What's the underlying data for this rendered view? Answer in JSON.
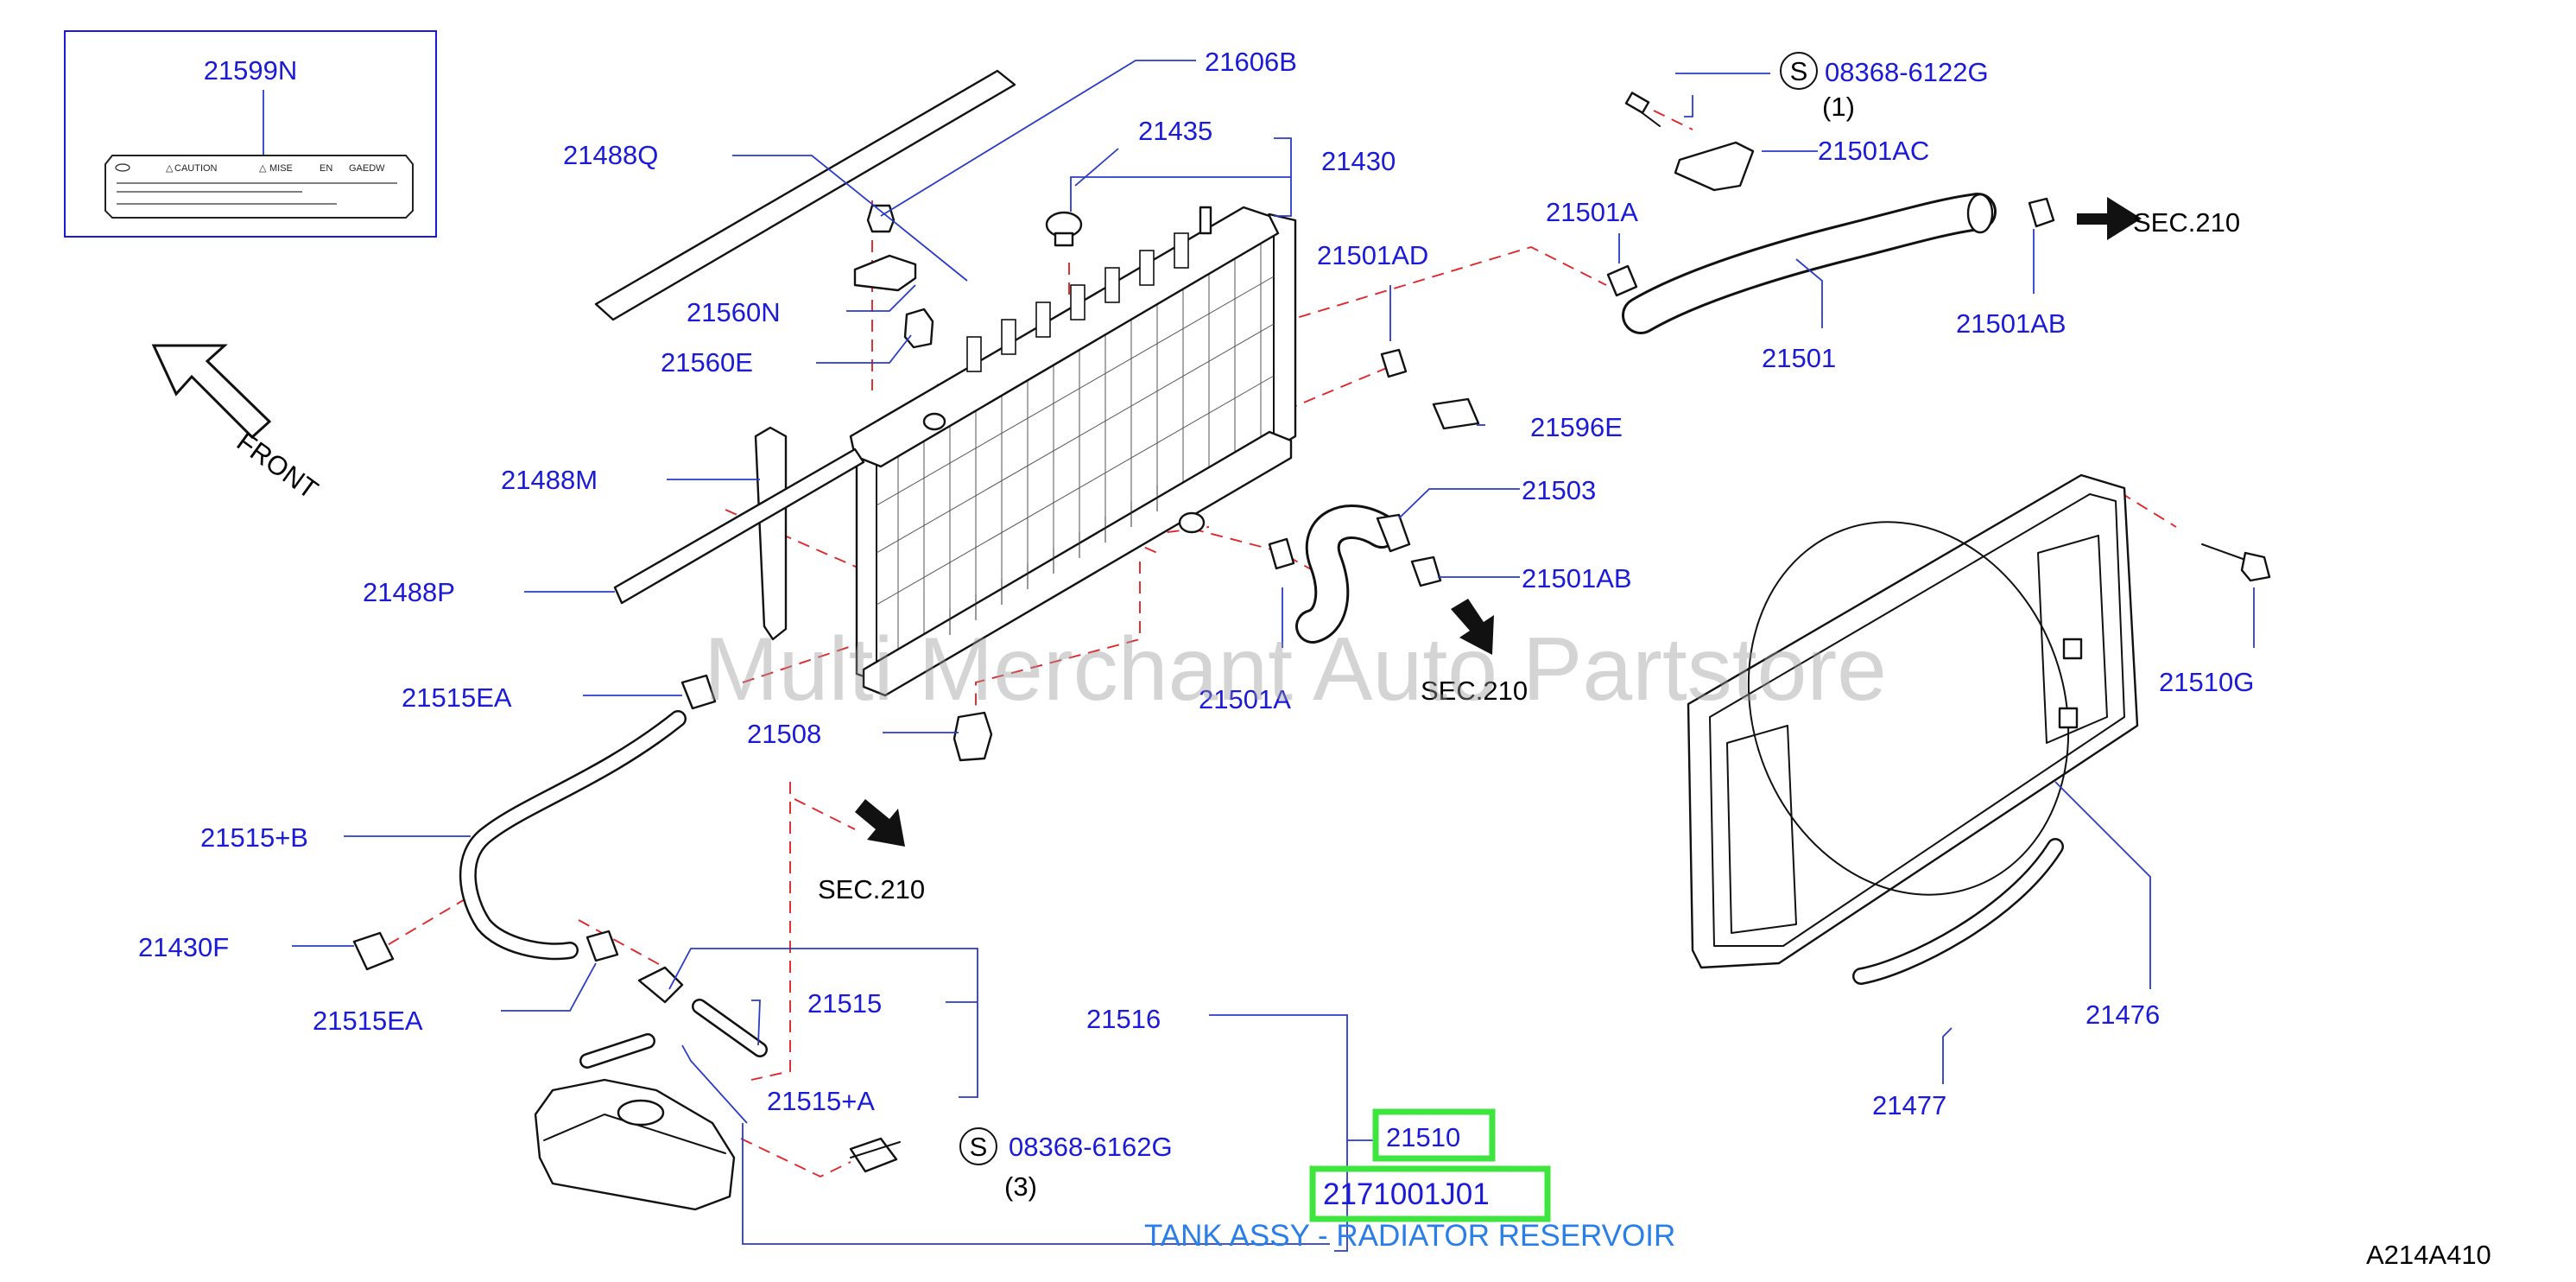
{
  "inset": {
    "part_no": "21599N",
    "caution": "CAUTION",
    "mise": "MISE",
    "en": "EN",
    "gaedw": "GAEDW"
  },
  "front_label": "FRONT",
  "watermark": "Multi Merchant Auto Partstore",
  "diagram_code": "A214A410",
  "labels": {
    "p21606B": "21606B",
    "p21435": "21435",
    "p21430": "21430",
    "p21488Q": "21488Q",
    "p21560N": "21560N",
    "p21560E": "21560E",
    "p21488M": "21488M",
    "p21488P": "21488P",
    "p21515EA_top": "21515EA",
    "p21508": "21508",
    "p21515B": "21515+B",
    "p21430F": "21430F",
    "p21515EA_bot": "21515EA",
    "p21515": "21515",
    "p21516": "21516",
    "p21515A": "21515+A",
    "bolt_bottom": "08368-6162G",
    "bolt_bottom_qty": "(3)",
    "bolt_top": "08368-6122G",
    "bolt_top_qty": "(1)",
    "p21501AC": "21501AC",
    "p21501A_top": "21501A",
    "p21501AD": "21501AD",
    "p21501": "21501",
    "p21501AB_top": "21501AB",
    "p21596E": "21596E",
    "p21503": "21503",
    "p21501AB_mid": "21501AB",
    "p21501A_mid": "21501A",
    "p21510G": "21510G",
    "p21476": "21476",
    "p21477": "21477",
    "sec_top": "SEC.210",
    "sec_mid": "SEC.210",
    "sec_left": "SEC.210",
    "s_badge": "S"
  },
  "highlighted": {
    "part": "21510",
    "part_number": "2171001J01",
    "description": "TANK ASSY - RADIATOR RESERVOIR"
  },
  "colors": {
    "label": "#1a1ad8",
    "leader": "#2a3bc8",
    "dashed": "#e0272b",
    "highlight": "#3ee53e",
    "caption": "#2a7ee8"
  }
}
